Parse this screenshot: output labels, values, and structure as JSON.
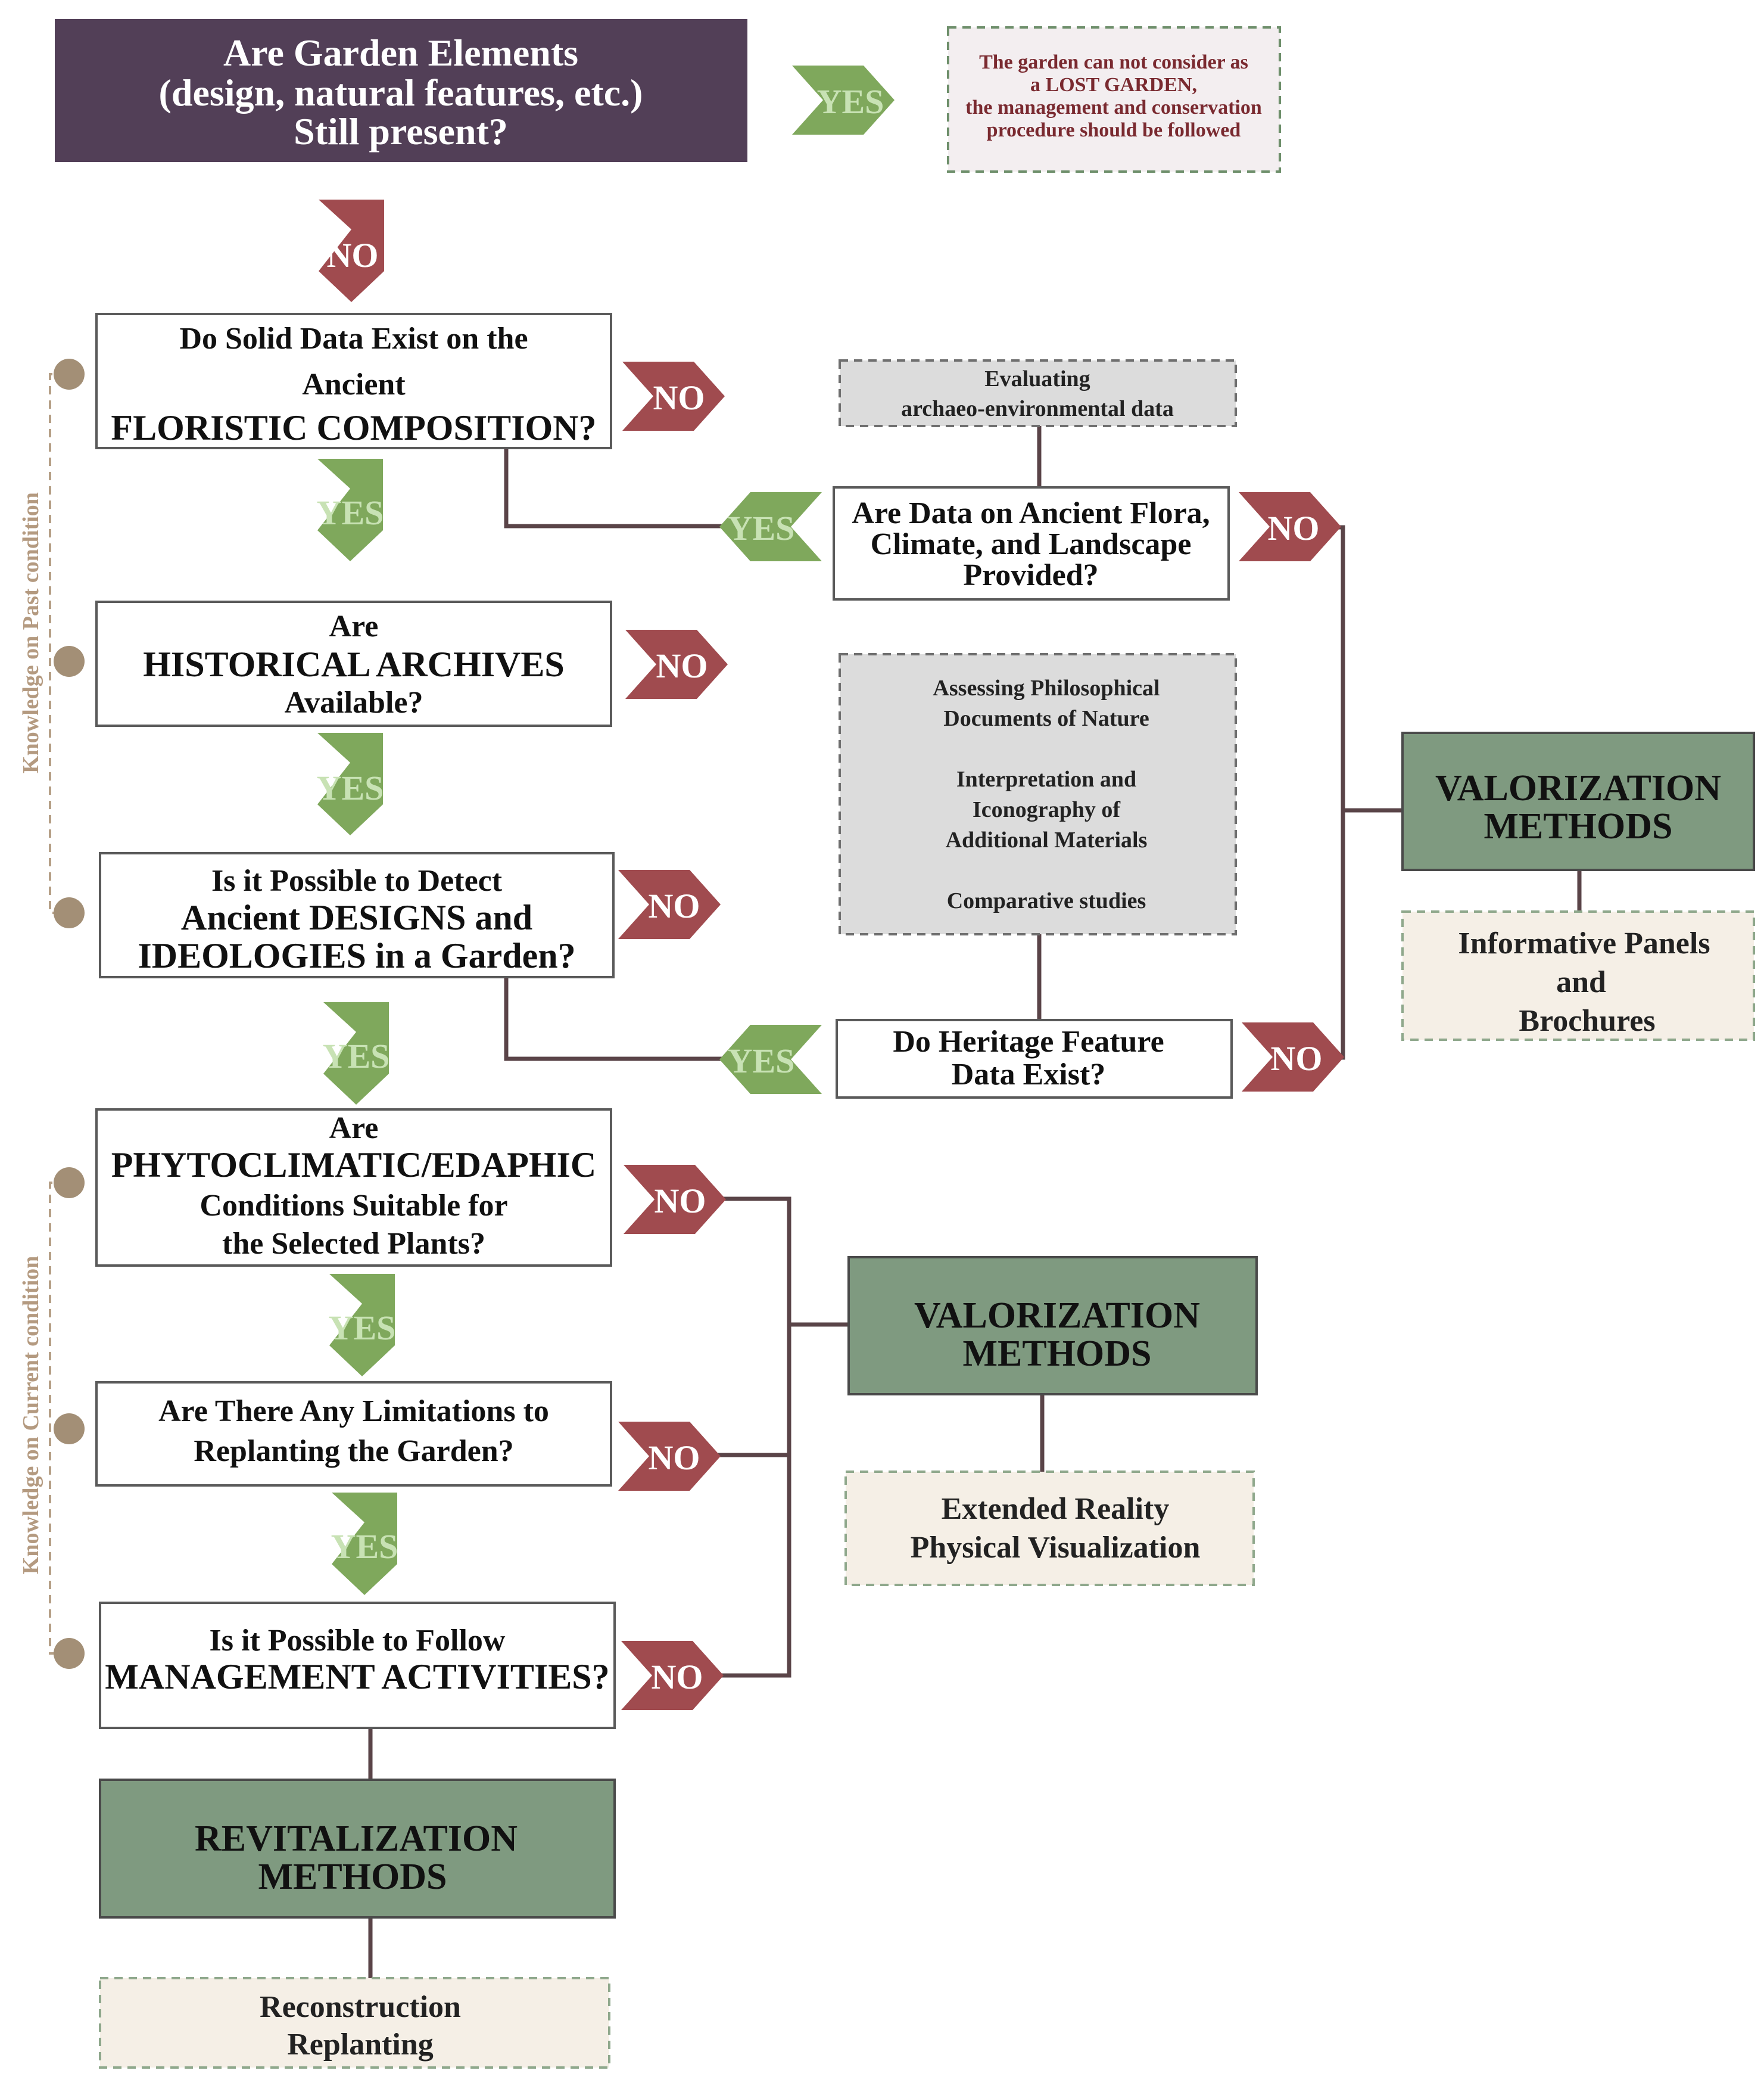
{
  "start": {
    "lines": [
      "Are Garden Elements",
      "(design, natural features, etc.)",
      "Still present?"
    ]
  },
  "yes_note": {
    "lines": [
      "The garden can not consider as",
      "a LOST GARDEN,",
      "the management and conservation",
      "procedure should be followed"
    ]
  },
  "side_labels": {
    "past": "Knowledge on Past condition",
    "current": "Knowledge on Current condition"
  },
  "questions": {
    "q1": [
      "Do Solid Data Exist on the",
      "Ancient",
      "FLORISTIC COMPOSITION?"
    ],
    "q2": [
      "Are",
      "HISTORICAL ARCHIVES",
      "Available?"
    ],
    "q3": [
      "Is it Possible to Detect",
      "Ancient DESIGNS and",
      "IDEOLOGIES in a Garden?"
    ],
    "q4": [
      "Are",
      "PHYTOCLIMATIC/EDAPHIC",
      "Conditions Suitable for",
      "the Selected Plants?"
    ],
    "q5": [
      "Are There Any Limitations to",
      "Replanting the Garden?"
    ],
    "q6": [
      "Is it Possible to Follow",
      "MANAGEMENT ACTIVITIES?"
    ],
    "flora": [
      "Are Data on Ancient Flora,",
      "Climate, and Landscape",
      "Provided?"
    ],
    "heritage": [
      "Do Heritage Feature",
      "Data Exist?"
    ]
  },
  "evaluating": [
    "Evaluating",
    "archaeo-environmental data"
  ],
  "assessing": [
    "Assessing Philosophical",
    "Documents of Nature",
    "",
    "Interpretation and",
    "Iconography of",
    "Additional Materials",
    "",
    "Comparative studies"
  ],
  "valorization_1": {
    "title": [
      "VALORIZATION",
      "METHODS"
    ],
    "items": [
      "Informative Panels",
      "and",
      "Brochures"
    ]
  },
  "valorization_2": {
    "title": [
      "VALORIZATION",
      "METHODS"
    ],
    "items": [
      "Extended Reality",
      "Physical Visualization"
    ]
  },
  "revitalization": {
    "title": [
      "REVITALIZATION",
      "METHODS"
    ],
    "items": [
      "Reconstruction",
      "Replanting"
    ]
  },
  "answers": {
    "yes": "YES",
    "no": "NO"
  },
  "colors": {
    "start_fill": "#523f57",
    "yes_green": "#7fa85c",
    "no_red": "#a04b4f",
    "method_green": "#7f9a80",
    "connector": "#5a4448"
  }
}
